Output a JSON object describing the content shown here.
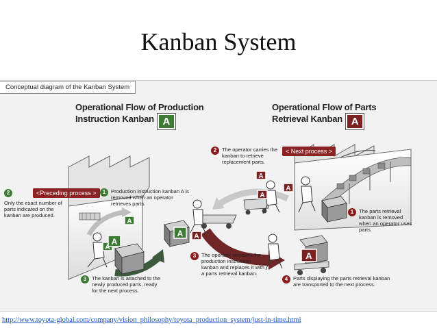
{
  "slide": {
    "title": "Kanban System"
  },
  "figure": {
    "label": "Conceptual diagram of the Kanban System",
    "left_panel": {
      "heading_line1": "Operational Flow of Production",
      "heading_line2": "Instruction Kanban",
      "badge": "A",
      "process_tag": "<Preceding process >"
    },
    "right_panel": {
      "heading_line1": "Operational Flow of Parts",
      "heading_line2": "Retrieval Kanban",
      "badge": "A",
      "process_tag": "< Next process >"
    },
    "notes": [
      {
        "num": "1",
        "color": "green",
        "text": "Production instruction kanban A is removed when an operator retrieves parts."
      },
      {
        "num": "2",
        "color": "green",
        "text": "Only the exact number of parts indicated on the kanban are produced."
      },
      {
        "num": "3",
        "color": "green",
        "text": "The kanban is attached to the newly produced parts, ready for the next process."
      },
      {
        "num": "1",
        "color": "maroon",
        "text": "The parts retrieval kanban is removed when an operator uses parts."
      },
      {
        "num": "2",
        "color": "maroon",
        "text": "The operator carries the kanban to retrieve replacement parts."
      },
      {
        "num": "3",
        "color": "maroon",
        "text": "The operator removes the production instruction kanban and replaces it with a parts retrieval kanban."
      },
      {
        "num": "4",
        "color": "maroon",
        "text": "Parts displaying the parts retrieval kanban are transported to the next  process."
      }
    ],
    "card_letter": "A",
    "colors": {
      "green": "#3d7a34",
      "maroon": "#7b2121",
      "background": "#f2f2f2"
    }
  },
  "source": {
    "url": "http://www.toyota-global.com/company/vision_philosophy/toyota_production_system/just-in-time.html"
  }
}
